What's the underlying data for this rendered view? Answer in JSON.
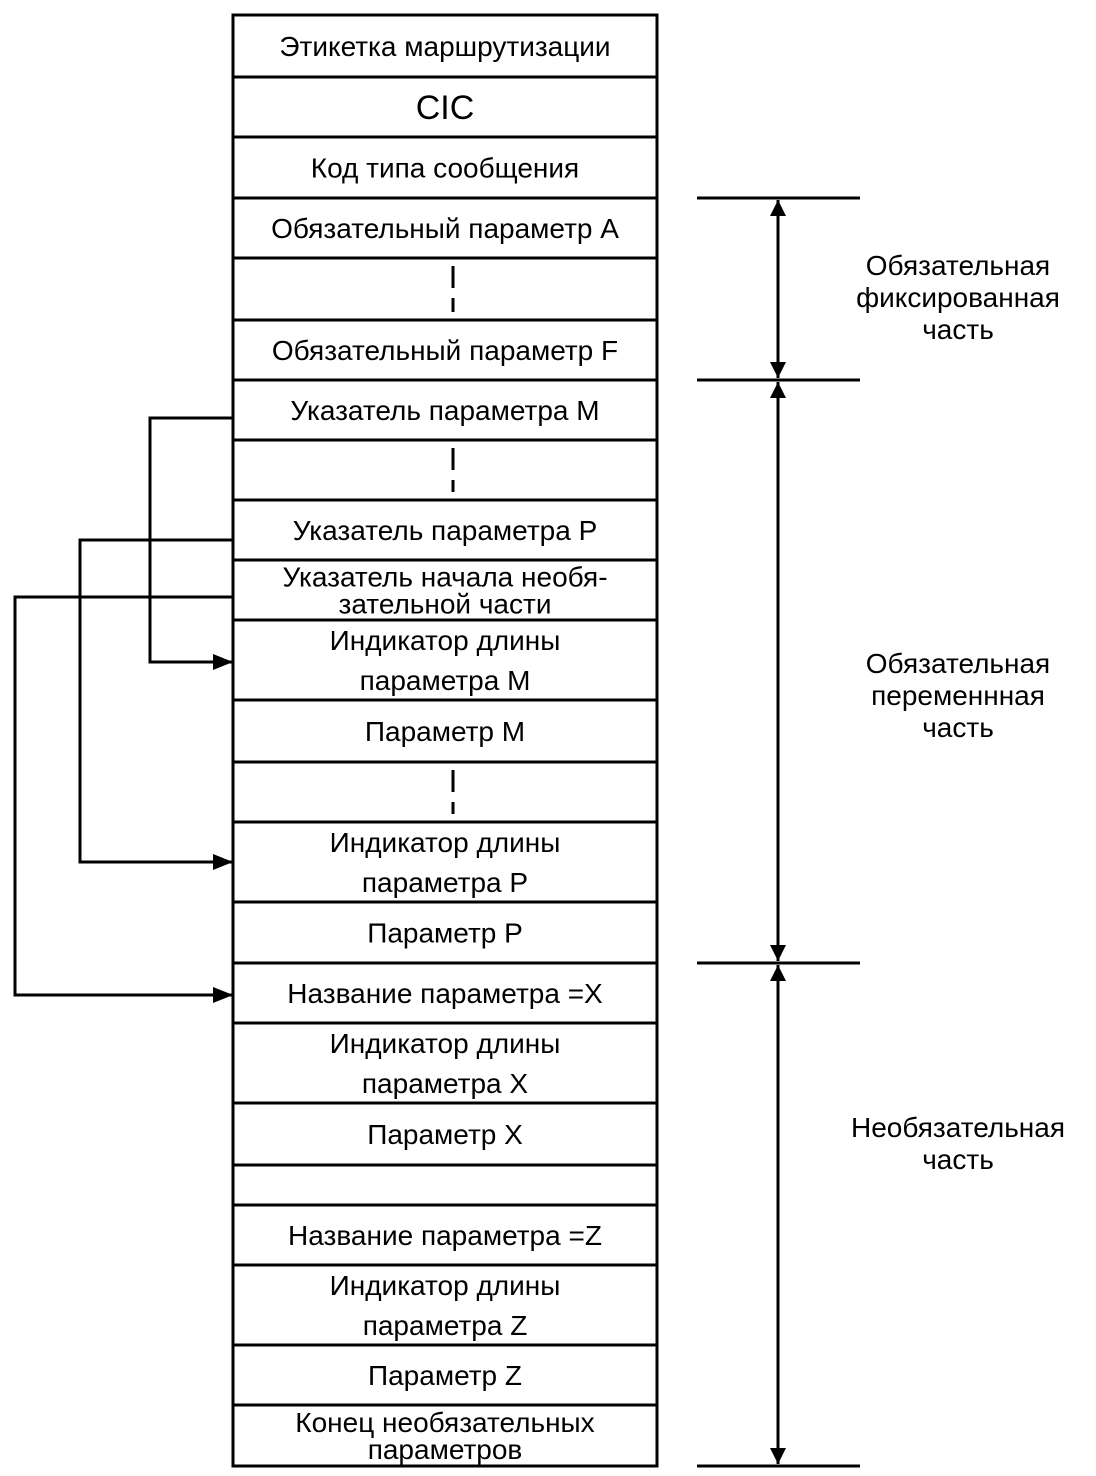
{
  "rows": [
    {
      "lines": [
        "Этикетка маршрутизации"
      ]
    },
    {
      "lines": [
        "CIC"
      ]
    },
    {
      "lines": [
        "Код типа сообщения"
      ]
    },
    {
      "lines": [
        "Обязательный параметр A"
      ]
    },
    {
      "lines": [],
      "dash": true
    },
    {
      "lines": [
        "Обязательный параметр F"
      ]
    },
    {
      "lines": [
        "Указатель  параметра M"
      ]
    },
    {
      "lines": [],
      "dash": true
    },
    {
      "lines": [
        "Указатель  параметра P"
      ]
    },
    {
      "lines": [
        "Указатель начала необя-",
        "зательной части"
      ]
    },
    {
      "lines": [
        "Индикатор длины",
        "параметра M"
      ]
    },
    {
      "lines": [
        "Параметр M"
      ]
    },
    {
      "lines": [],
      "dash": true
    },
    {
      "lines": [
        "Индикатор длины",
        "параметра P"
      ]
    },
    {
      "lines": [
        "Параметр P"
      ]
    },
    {
      "lines": [
        "Название  параметра =X"
      ]
    },
    {
      "lines": [
        "Индикатор длины",
        "параметра X"
      ]
    },
    {
      "lines": [
        "Параметр X"
      ]
    },
    {
      "lines": []
    },
    {
      "lines": [
        "Название  параметра =Z"
      ]
    },
    {
      "lines": [
        "Индикатор длины",
        "параметра Z"
      ]
    },
    {
      "lines": [
        "Параметр Z"
      ]
    },
    {
      "lines": [
        "Конец необязательных",
        "параметров"
      ]
    }
  ],
  "sections": [
    {
      "label": [
        "Обязательная",
        "фиксированная",
        "часть"
      ]
    },
    {
      "label": [
        "Обязательная",
        "переменнная",
        "часть"
      ]
    },
    {
      "label": [
        "Необязательная",
        "часть"
      ]
    }
  ],
  "pointers": [
    {
      "from_row": 6,
      "to_row": 10
    },
    {
      "from_row": 8,
      "to_row": 13
    },
    {
      "from_row": 9,
      "to_row": 15
    }
  ]
}
